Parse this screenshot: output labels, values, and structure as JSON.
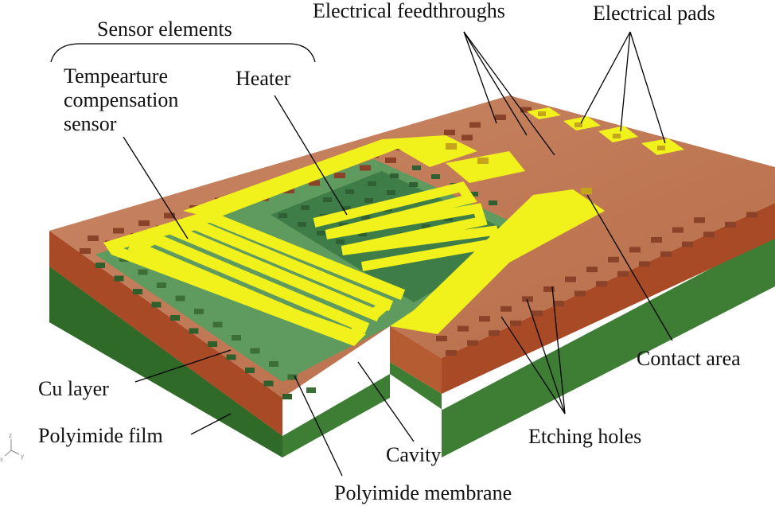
{
  "labels": {
    "sensor_elements": "Sensor elements",
    "electrical_feedthroughs": "Electrical feedthroughs",
    "electrical_pads": "Electrical pads",
    "temperature_sensor_line1": "Tempearture",
    "temperature_sensor_line2": "compensation",
    "temperature_sensor_line3": "sensor",
    "heater": "Heater",
    "contact_area": "Contact area",
    "cu_layer": "Cu layer",
    "polyimide_film": "Polyimide film",
    "etching_holes": "Etching holes",
    "cavity": "Cavity",
    "polyimide_membrane": "Polyimide membrane"
  },
  "axis_triad": {
    "z": "z",
    "x": "x",
    "y": "y"
  },
  "colors": {
    "copper": "#c06a4a",
    "copper_side": "#a94a26",
    "polyimide": "#3d7d34",
    "membrane": "#5f9a5f",
    "gold": "#f1f11c",
    "hole": "#7a3a20"
  }
}
